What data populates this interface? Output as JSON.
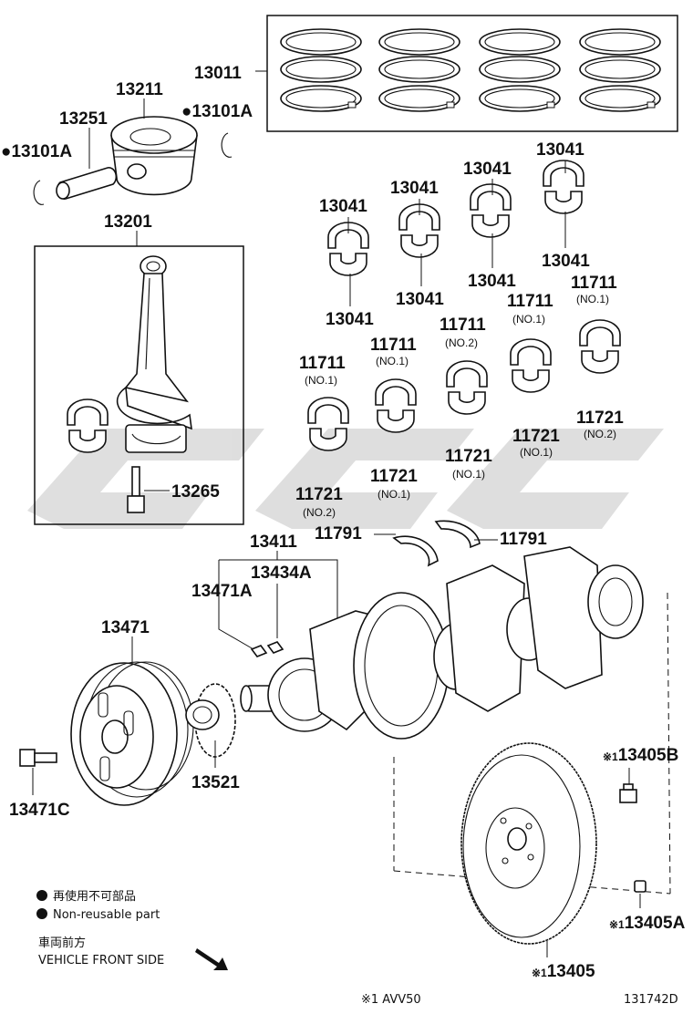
{
  "labels": {
    "piston_rings": "13011",
    "piston": "13211",
    "piston_pin": "13251",
    "snap_ring_left": "13101A",
    "snap_ring_right": "13101A",
    "conrod_assy": "13201",
    "conrod_bolt": "13265",
    "conrod_bearing": "13041",
    "main_bearing_upper": "11711",
    "main_bearing_lower": "11721",
    "thrust_washer": "11791",
    "crankshaft": "13411",
    "crank_key_a": "13434A",
    "crank_key_b": "13471A",
    "crank_pulley": "13471",
    "pulley_bolt": "13471C",
    "crank_sprocket": "13521",
    "flywheel_bolt": "13405B",
    "flywheel_pin": "13405A",
    "flywheel": "13405"
  },
  "grades": {
    "no1": "(NO.1)",
    "no2": "(NO.2)"
  },
  "markers": {
    "non_reusable": "●",
    "note_ref": "※1"
  },
  "legend": {
    "non_reusable_jp": "再使用不可部品",
    "non_reusable_en": "Non-reusable part",
    "front_jp": "車両前方",
    "front_en": "VEHICLE FRONT SIDE"
  },
  "footer": {
    "applicability": "※1 AVV50",
    "diagram_id": "131742D"
  },
  "colors": {
    "line": "#111111",
    "watermark": "#d9d9d9"
  }
}
